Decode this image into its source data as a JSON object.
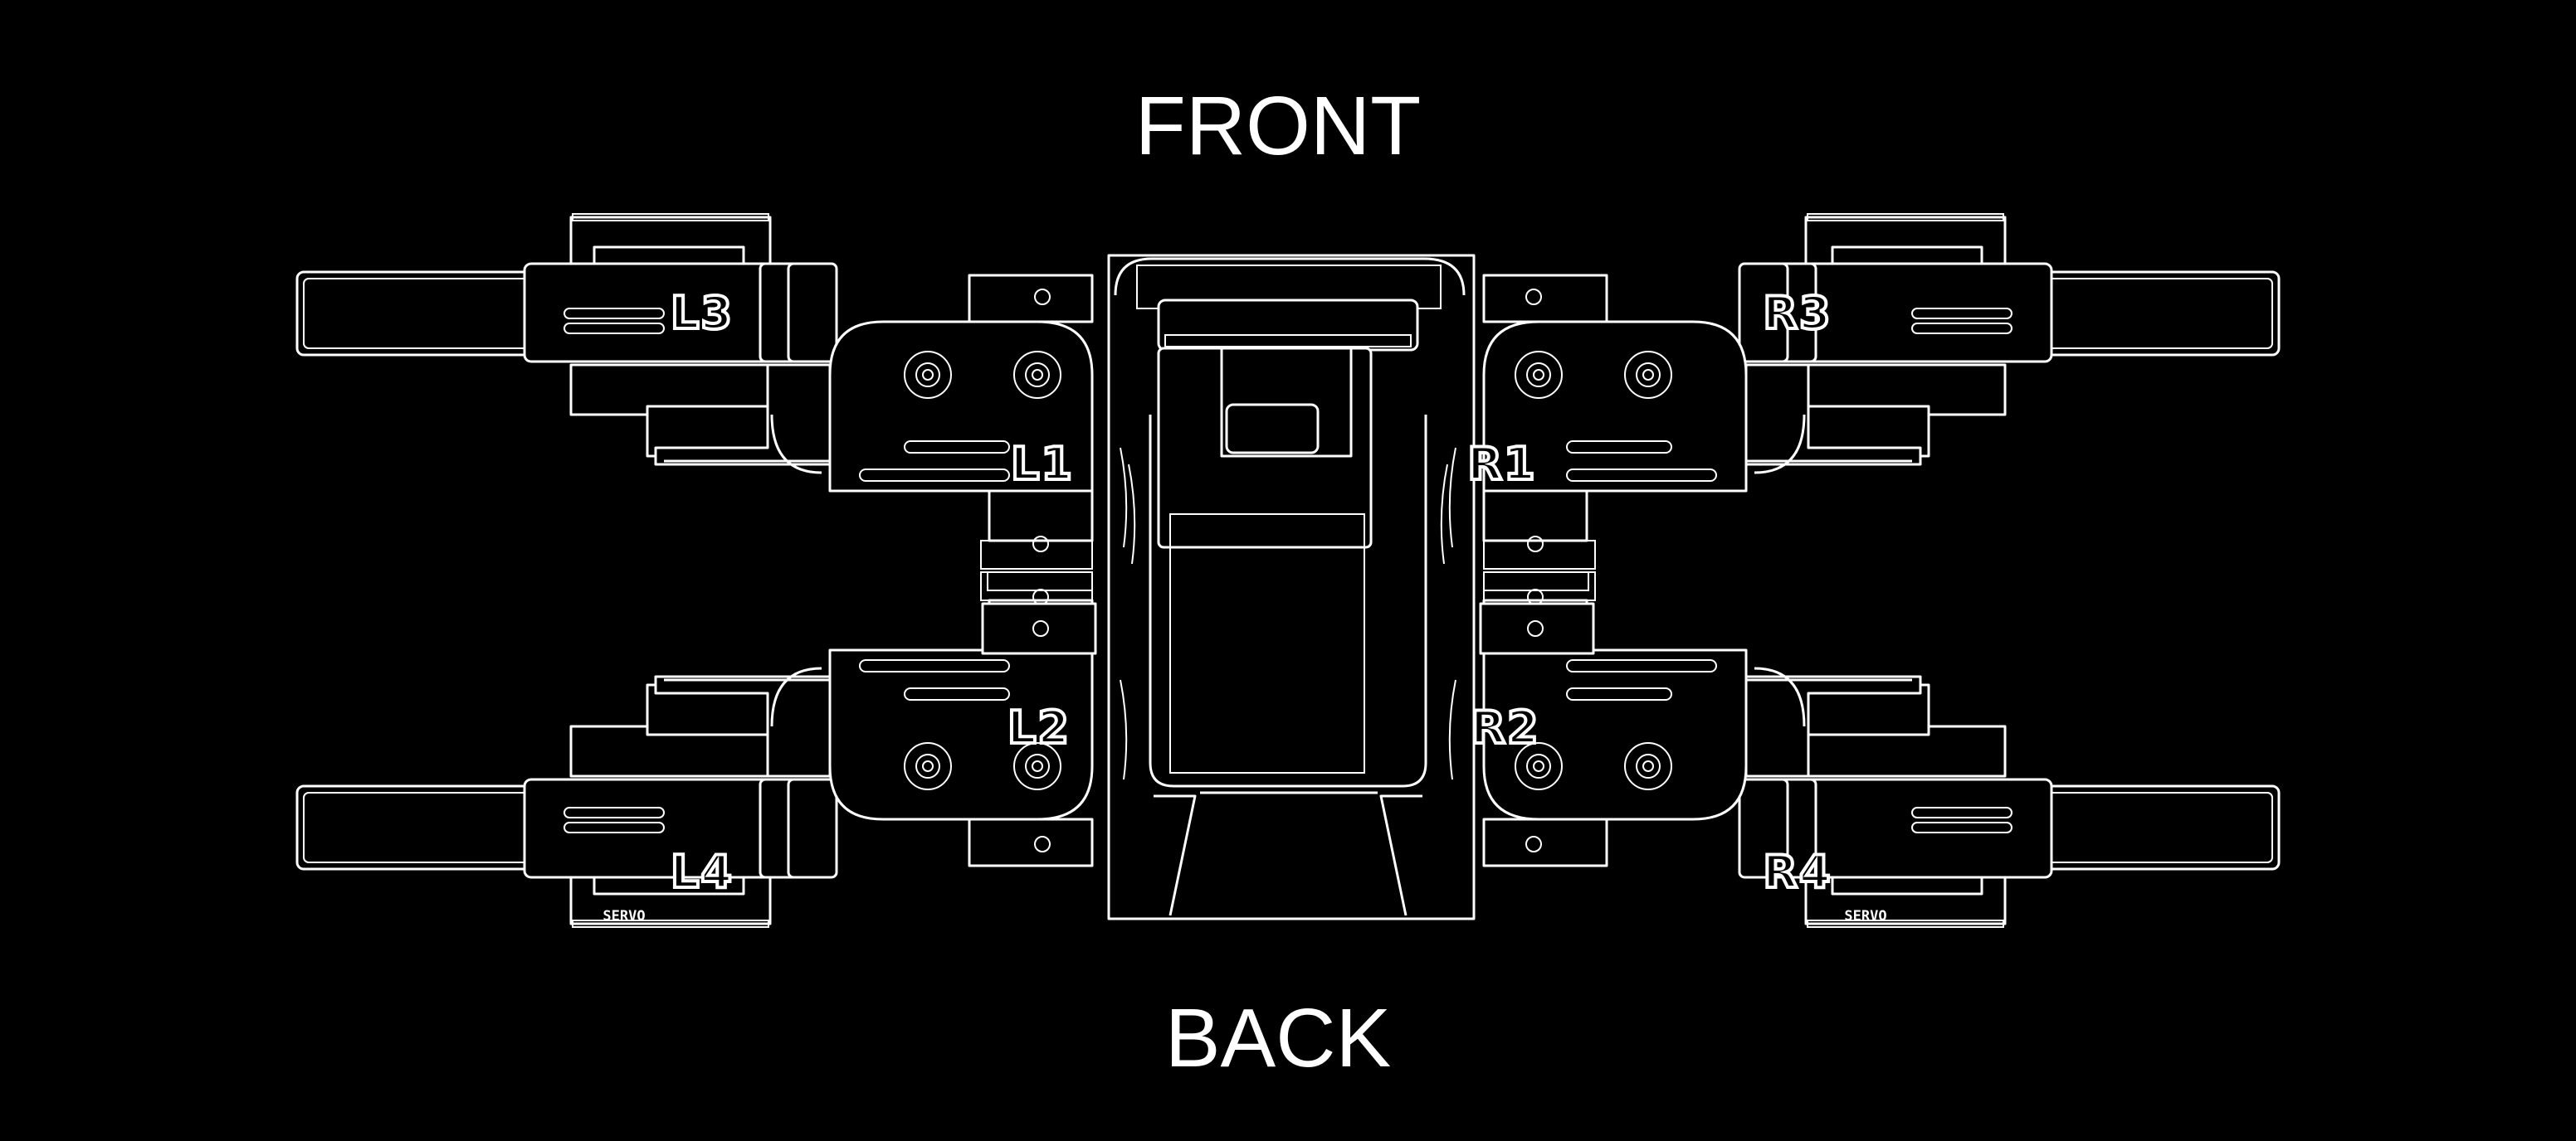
{
  "labels": {
    "front": "FRONT",
    "back": "BACK"
  },
  "servos": {
    "l1": "L1",
    "l2": "L2",
    "l3": "L3",
    "l4": "L4",
    "r1": "R1",
    "r2": "R2",
    "r3": "R3",
    "r4": "R4"
  },
  "servo_stamp": "SERVO",
  "colors": {
    "background": "#000000",
    "line": "#ffffff"
  }
}
